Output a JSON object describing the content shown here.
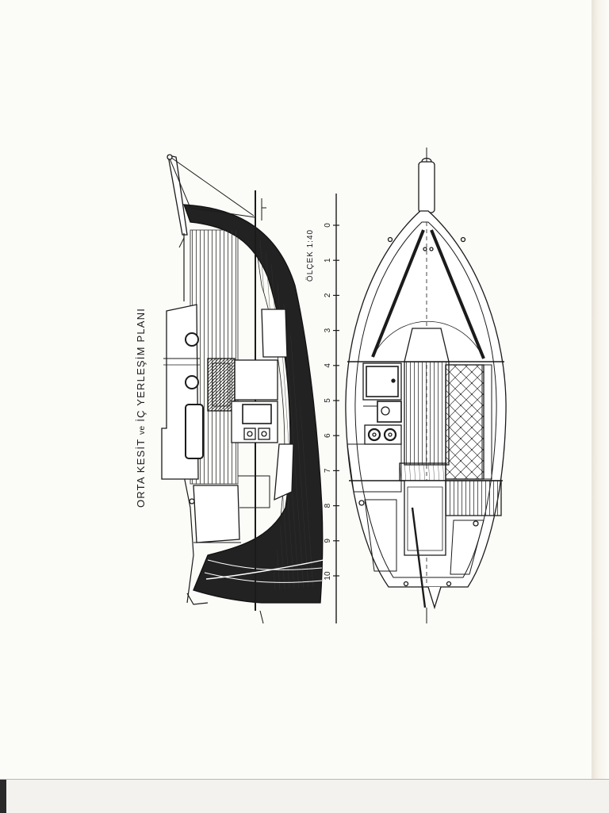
{
  "document": {
    "title_parts": [
      "ORTA KESİT",
      "ve",
      "İÇ YERLEŞİM PLANI"
    ],
    "scale_label": "ÖLÇEK 1:40",
    "scale_ticks": [
      "0",
      "1",
      "2",
      "3",
      "4",
      "5",
      "6",
      "7",
      "8",
      "9",
      "10"
    ]
  },
  "colors": {
    "ink": "#1b1b1b",
    "paper": "#fbfbf8",
    "hull_fill": "#222222"
  }
}
